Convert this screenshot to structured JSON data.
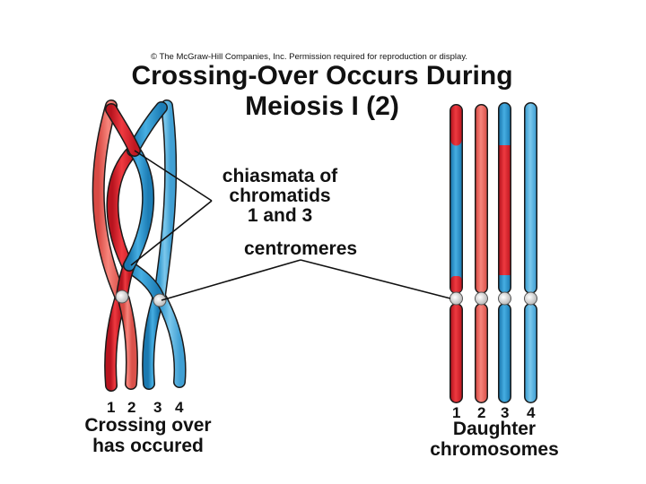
{
  "copyright": "© The McGraw-Hill Companies, Inc. Permission required for reproduction or display.",
  "title": {
    "line1": "Crossing-Over Occurs During",
    "line2": "Meiosis I (2)"
  },
  "labels": {
    "chiasmata": [
      "chiasmata of",
      "chromatids",
      "1 and 3"
    ],
    "centromeres": "centromeres"
  },
  "left_panel": {
    "numbers": [
      "1",
      "2",
      "3",
      "4"
    ],
    "caption": [
      "Crossing over",
      "has occured"
    ]
  },
  "right_panel": {
    "numbers": [
      "1",
      "2",
      "3",
      "4"
    ],
    "caption": [
      "Daughter",
      "chromosomes"
    ]
  },
  "colors": {
    "red": "#e2202c",
    "red_light": "#f26d67",
    "blue": "#2b95cf",
    "blue_light": "#5cb7e2",
    "outline": "#1a1a1a",
    "centromere": "#e8e8e8"
  }
}
